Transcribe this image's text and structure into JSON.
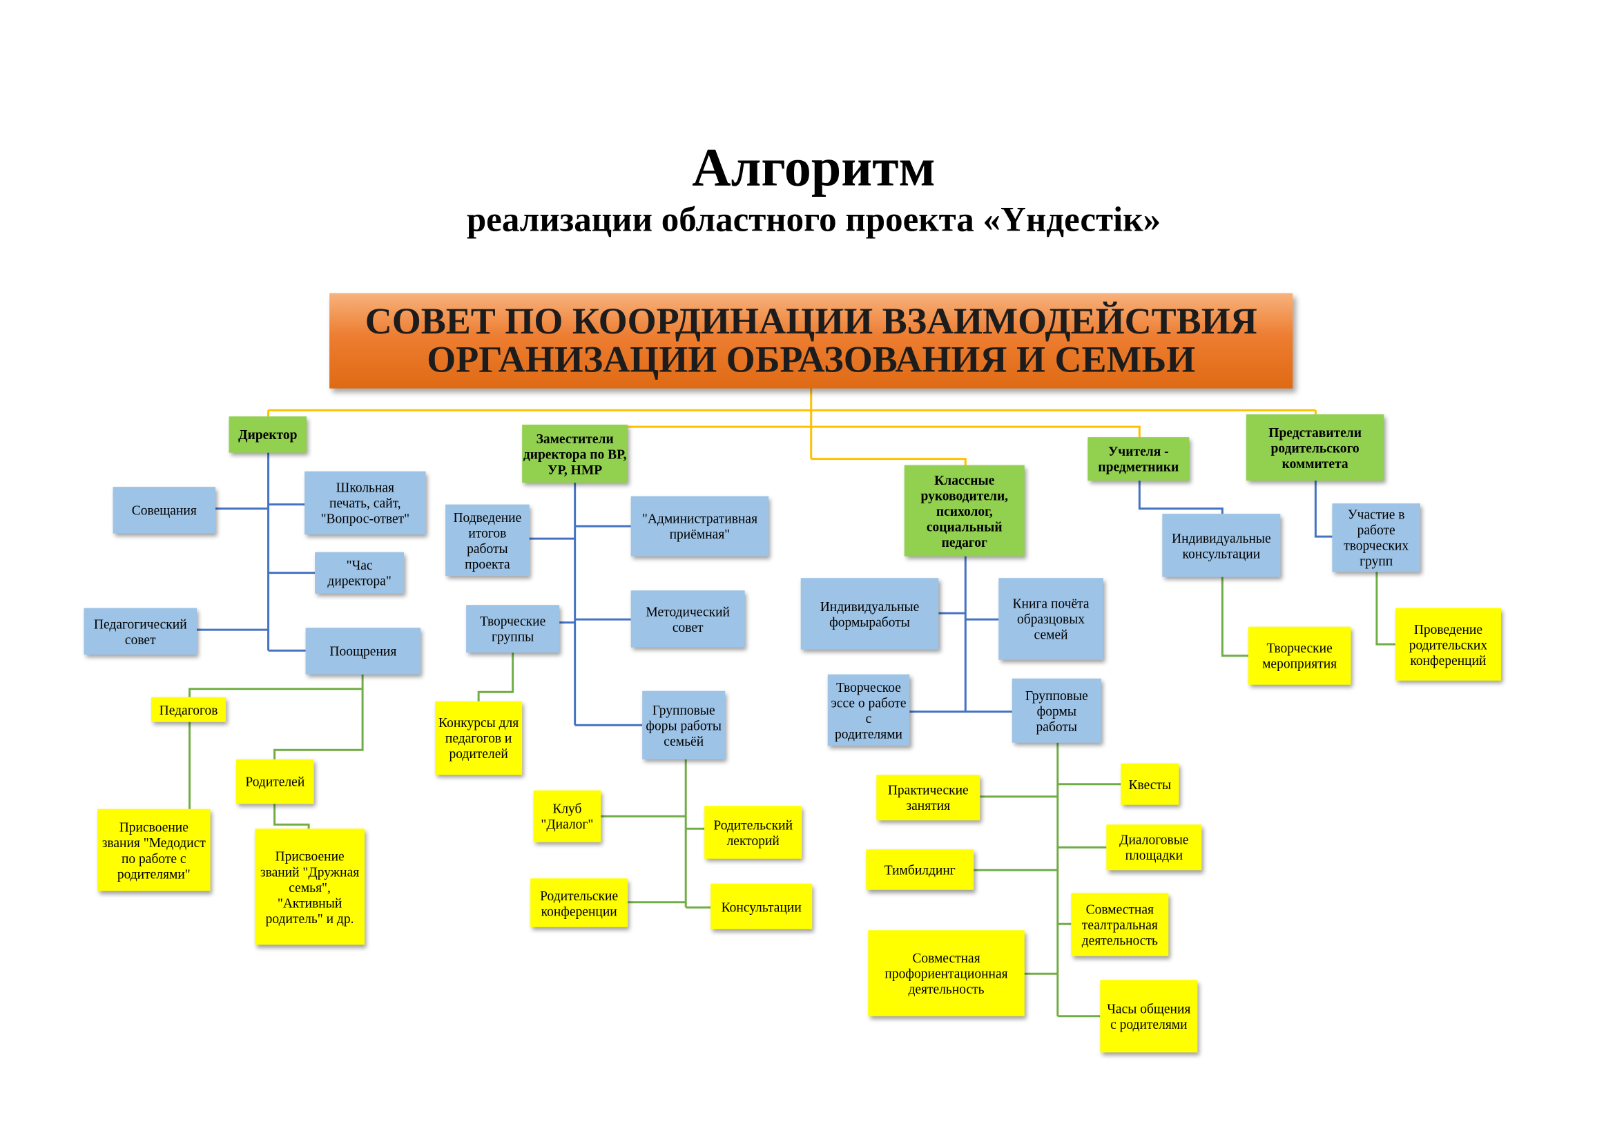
{
  "title": "Алгоритм",
  "subtitle": "реализации областного проекта «Үндестік»",
  "colors": {
    "box_orange": "#ed7d31",
    "box_green": "#92d050",
    "box_blue": "#9dc3e6",
    "box_yellow": "#ffff00",
    "line_gold": "#ffc000",
    "line_blue": "#4472c4",
    "line_green": "#70ad47"
  },
  "council": {
    "lines": [
      "СОВЕТ ПО КООРДИНАЦИИ ВЗАИМОДЕЙСТВИЯ",
      "ОРГАНИЗАЦИИ ОБРАЗОВАНИЯ И СЕМЬИ"
    ]
  },
  "director": {
    "label": "Директор",
    "meetings": "Совещания",
    "press": "Школьная печать, сайт, \"Вопрос-ответ\"",
    "hour": "\"Час директора\"",
    "ped_council": "Педагогический совет",
    "rewards": {
      "label": "Поощрения",
      "teachers": {
        "label": "Педагогов",
        "award": "Присвоение звания \"Медодист по работе с родителями\""
      },
      "parents": {
        "label": "Родителей",
        "award": "Присвоение званий \"Дружная семья\", \"Активный родитель\" и др."
      }
    }
  },
  "deputies": {
    "label": "Заместители директора по ВР, УР, НМР",
    "summary": "Подведение итогов работы проекта",
    "reception": "\"Административная приёмная\"",
    "creative_groups": {
      "label": "Творческие группы",
      "contests": "Конкурсы для педагогов и родителей"
    },
    "method_council": "Методический совет",
    "group_forms": {
      "label": "Групповые форы работы семьёй",
      "club": "Клуб \"Диалог\"",
      "lectures": "Родительский лекторий",
      "conferences": "Родительские конференции",
      "consultations": "Консультации"
    }
  },
  "class_teachers": {
    "label": "Классные руководители, психолог, социальный педагог",
    "individual": "Индивидуальные формыработы",
    "honor_book": "Книга почёта образцовых семей",
    "essay": "Творческое эссе о работе с родителями",
    "group_forms": {
      "label": "Групповые формы работы",
      "practice": "Практические занятия",
      "quests": "Квесты",
      "dialog": "Диалоговые площадки",
      "teambuilding": "Тимбилдинг",
      "theatre": "Совместная теалтральная деятельность",
      "career": "Совместная профориентационная деятельность",
      "hours": "Часы общения с родителями"
    }
  },
  "subject_teachers": {
    "label": "Учителя - предметники",
    "consultations": "Индивидуальные консультации",
    "events": "Творческие мероприятия"
  },
  "parent_committee": {
    "label": "Представители родительского коммитета",
    "participation": "Участие в работе творческих групп",
    "conferences": "Проведение родительских конференций"
  }
}
